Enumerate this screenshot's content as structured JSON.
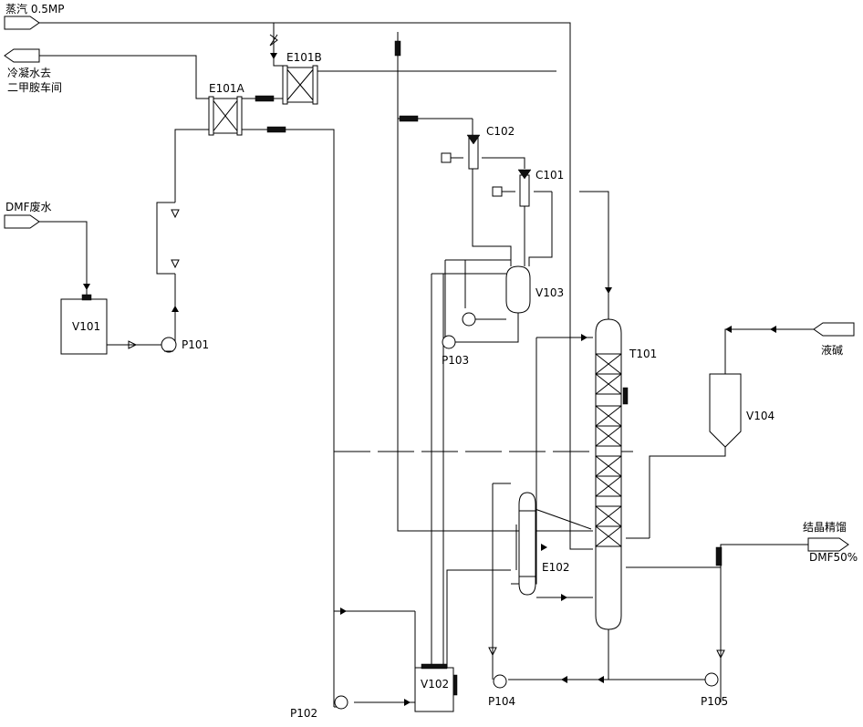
{
  "labels": {
    "steam": "蒸汽 0.5MP",
    "condensate_line1": "冷凝水去",
    "condensate_line2": "二甲胺车间",
    "dmf_wastewater": "DMF废水",
    "liquid_alkali": "液碱",
    "crystallization_line1": "结晶精馏",
    "crystallization_line2": "DMF50%"
  },
  "equipment": {
    "e101b": "E101B",
    "e101a": "E101A",
    "c102": "C102",
    "c101": "C101",
    "v103": "V103",
    "v101": "V101",
    "p101": "P101",
    "p103": "P103",
    "t101": "T101",
    "v104": "V104",
    "e102": "E102",
    "v102": "V102",
    "p102": "P102",
    "p104": "P104",
    "p105": "P105"
  }
}
